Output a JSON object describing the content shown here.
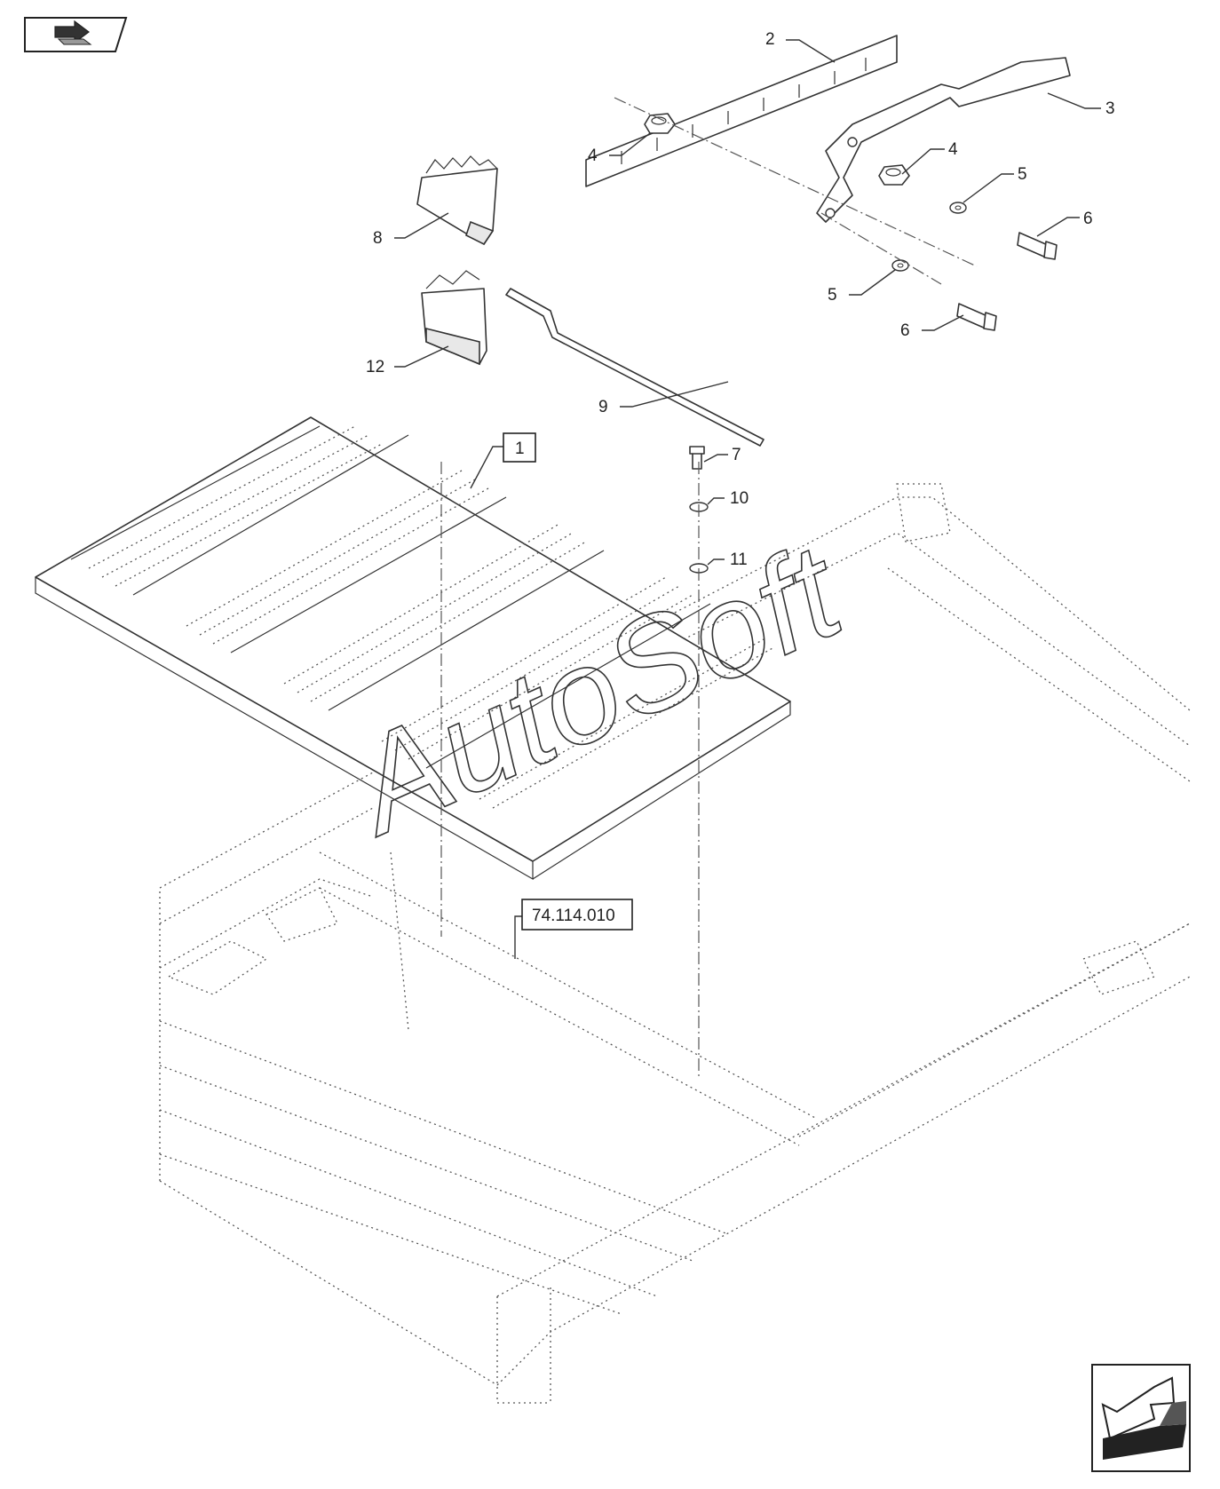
{
  "callouts": [
    {
      "id": "c2",
      "label": "2"
    },
    {
      "id": "c3",
      "label": "3"
    },
    {
      "id": "c4a",
      "label": "4"
    },
    {
      "id": "c4b",
      "label": "4"
    },
    {
      "id": "c5a",
      "label": "5"
    },
    {
      "id": "c5b",
      "label": "5"
    },
    {
      "id": "c6a",
      "label": "6"
    },
    {
      "id": "c6b",
      "label": "6"
    },
    {
      "id": "c7",
      "label": "7"
    },
    {
      "id": "c8",
      "label": "8"
    },
    {
      "id": "c9",
      "label": "9"
    },
    {
      "id": "c10",
      "label": "10"
    },
    {
      "id": "c11",
      "label": "11"
    },
    {
      "id": "c12",
      "label": "12"
    }
  ],
  "boxed_refs": {
    "assembly": "1",
    "cross_reference": "74.114.010"
  },
  "watermark": "AutoSoft",
  "icons": {
    "top_left": "next-page-arrow-icon",
    "bottom_right": "previous-page-arrow-icon"
  }
}
